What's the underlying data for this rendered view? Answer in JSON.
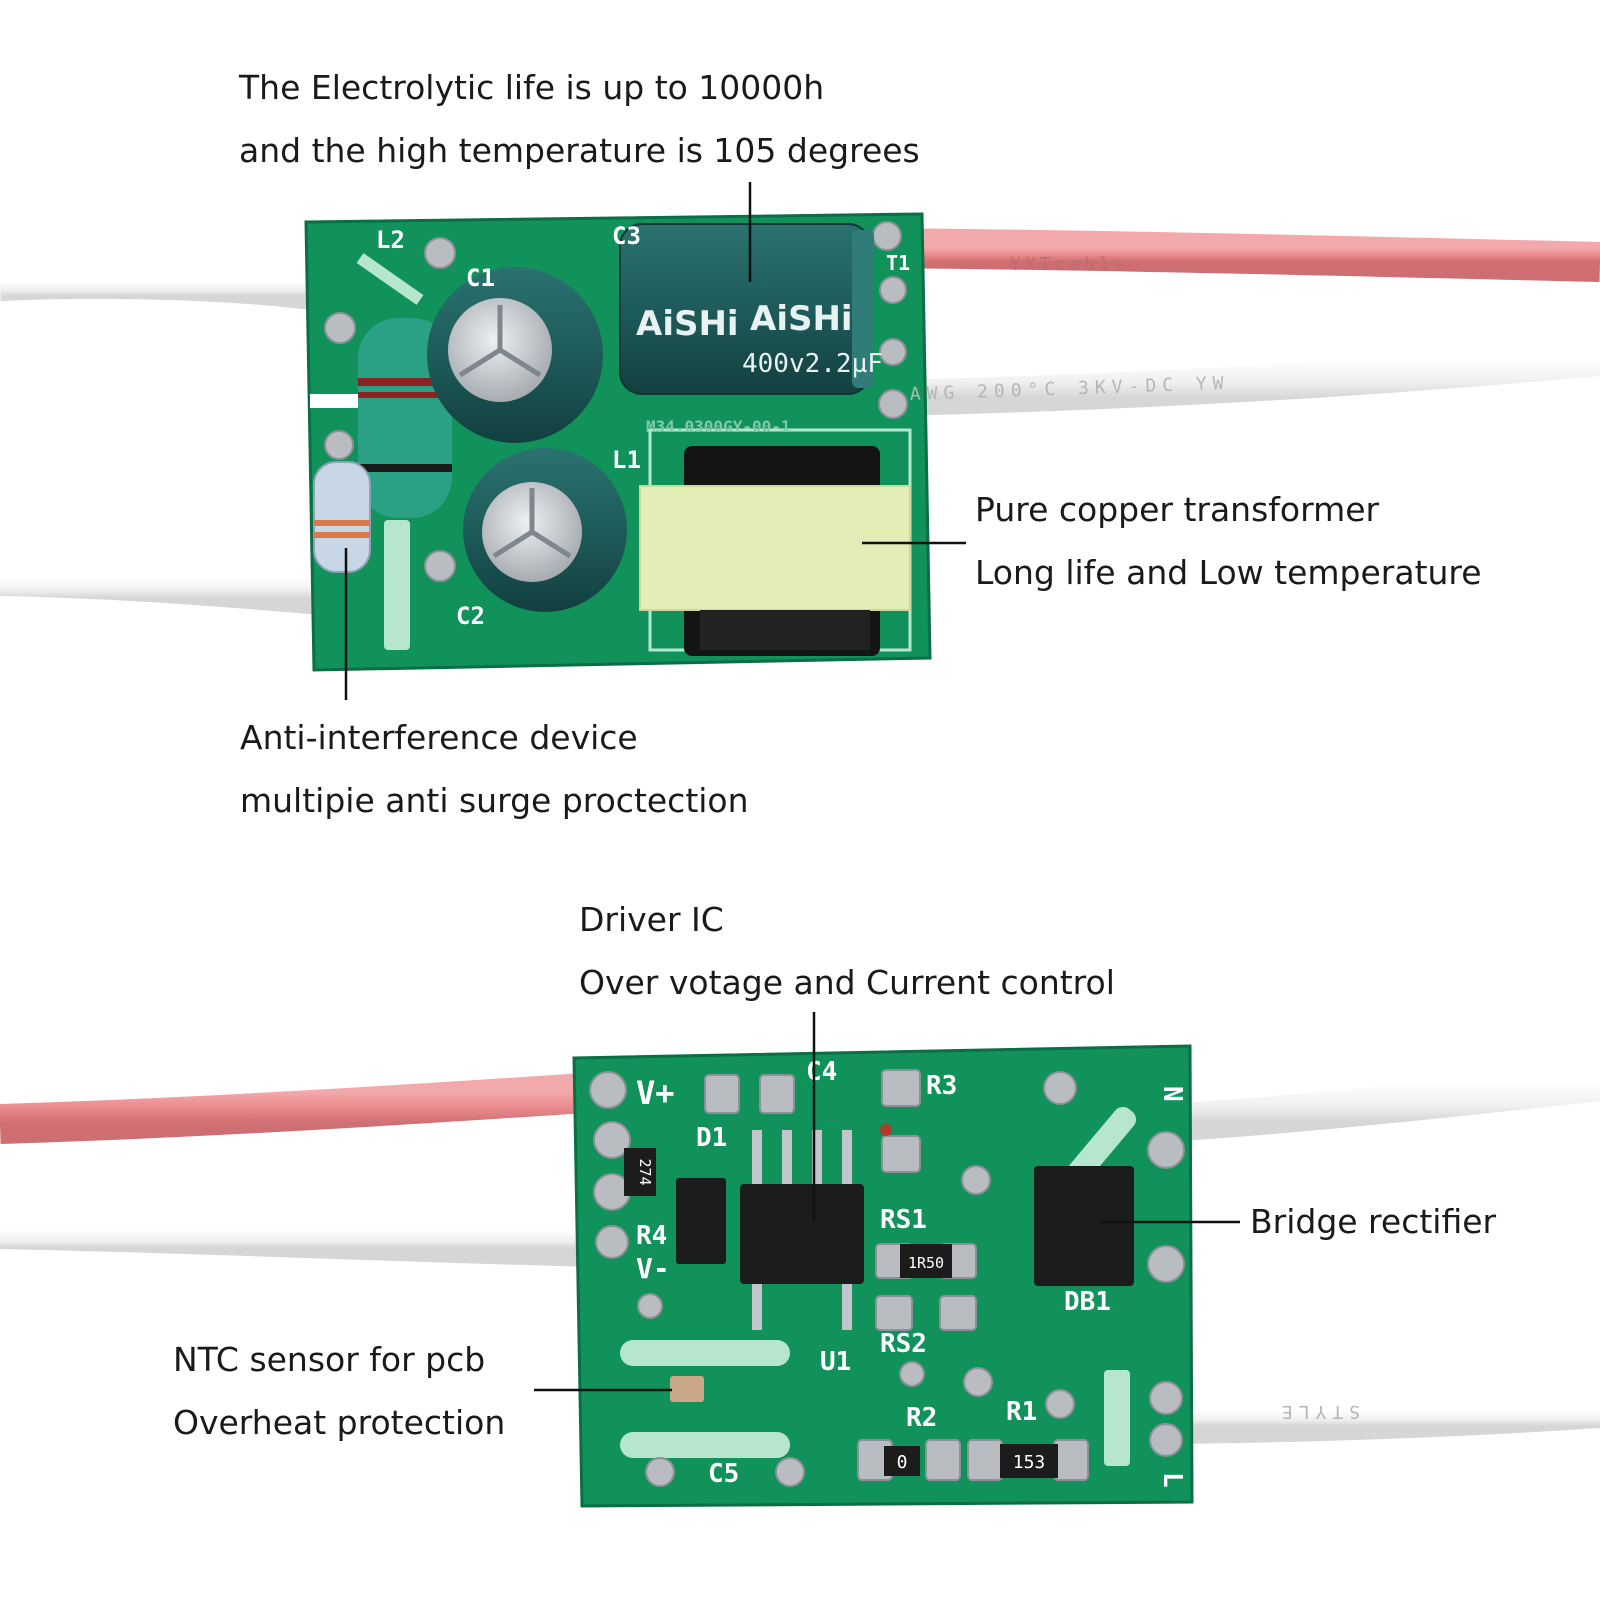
{
  "annotations": {
    "electrolytic": {
      "line1": "The Electrolytic life is up to 10000h",
      "line2": "and the high temperature is 105 degrees"
    },
    "transformer": {
      "line1": "Pure copper transformer",
      "line2": "Long life and Low temperature"
    },
    "anti_interference": {
      "line1": "Anti-interference device",
      "line2": "multipie anti surge proctection"
    },
    "driver_ic": {
      "line1": "Driver IC",
      "line2": "Over votage and Current control"
    },
    "bridge": {
      "line1": "Bridge rectifier"
    },
    "ntc": {
      "line1": "NTC sensor for pcb",
      "line2": "Overheat protection"
    }
  },
  "board_top": {
    "silkscreen": {
      "l2": "L2",
      "c1": "C1",
      "c3": "C3",
      "l1": "L1",
      "t1": "T1",
      "c2": "C2",
      "code": "M34.0300GY-00-1"
    },
    "cap_brand": "AiSHi",
    "cap_rating": "400v2.2µF",
    "wire_print_red": "YXTcable",
    "wire_print_white": "AWG  200°C  3KV-DC  YW"
  },
  "board_bottom": {
    "silkscreen": {
      "vplus": "V+",
      "vminus": "V-",
      "c4": "C4",
      "r3": "R3",
      "d1": "D1",
      "r4": "R4",
      "rs1": "RS1",
      "rs2": "RS2",
      "db1": "DB1",
      "u1": "U1",
      "r2": "R2",
      "r1": "R1",
      "c5": "C5",
      "n": "N",
      "l": "L"
    },
    "smd_codes": {
      "r274": "274",
      "r1r50": "1R50",
      "r0": "0",
      "r153": "153"
    },
    "wire_print_white": "STYLE"
  },
  "colors": {
    "pcb": "#10925a",
    "pcb_dark": "#0b6e44",
    "solder": "#b9bdc2",
    "wire_red": "#e9898c",
    "wire_white": "#f2f2f2",
    "cap_body": "#1e5b5a",
    "text": "#1a1a1a",
    "silk": "#ffffff"
  }
}
